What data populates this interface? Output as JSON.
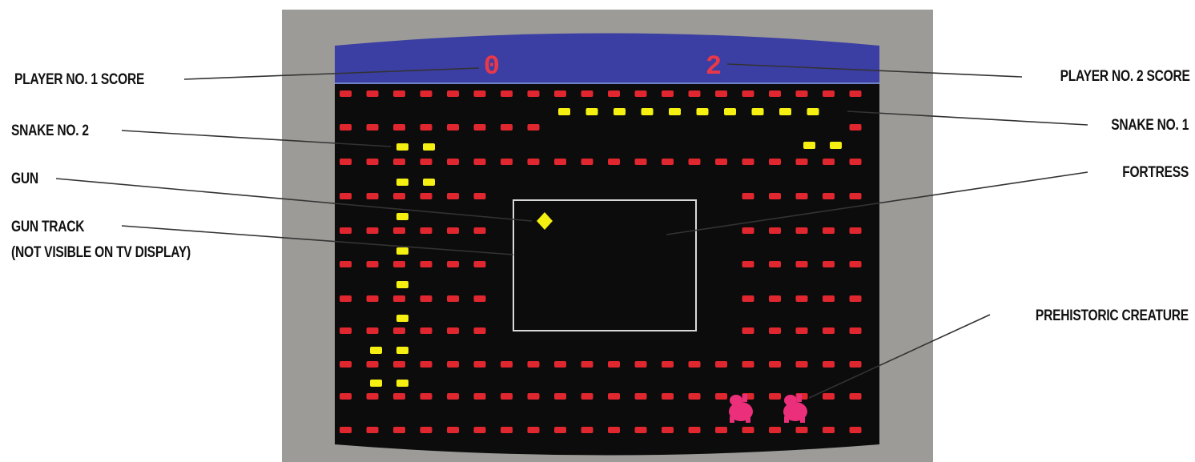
{
  "colors": {
    "page_background": "#ffffff",
    "tv_bezel": "#9c9b98",
    "screen_background": "#0b0c0b",
    "score_bar": "#3b3ea2",
    "score_digit": "#e8384a",
    "maze_brick": "#e0262f",
    "snake": "#f5ef12",
    "gun": "#f5ef12",
    "fortress_outline": "#d9d9d9",
    "creature": "#ec2f7a",
    "callout_line": "#333333"
  },
  "score_bar": {
    "player1_score": "0",
    "player2_score": "2"
  },
  "labels": {
    "player1_score": "PLAYER NO. 1 SCORE",
    "player2_score": "PLAYER NO. 2 SCORE",
    "snake2": "SNAKE NO. 2",
    "snake1": "SNAKE NO. 1",
    "gun": "GUN",
    "fortress": "FORTRESS",
    "gun_track_line1": "GUN TRACK",
    "gun_track_line2": "(NOT VISIBLE ON TV DISPLAY)",
    "creature": "PREHISTORIC CREATURE"
  },
  "game": {
    "playfield_rows": 11,
    "brick_columns": 20
  }
}
